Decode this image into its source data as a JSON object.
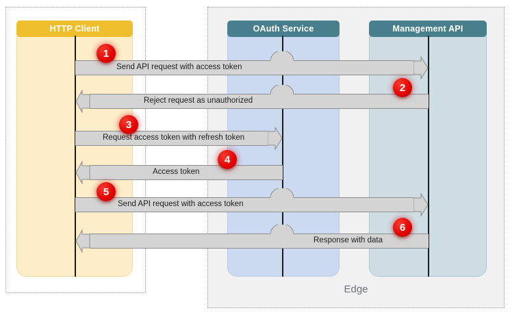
{
  "diagram": {
    "type": "sequence-diagram",
    "regions": [
      {
        "id": "client-region",
        "label": ""
      },
      {
        "id": "edge-region",
        "label": "Edge"
      }
    ],
    "lifelines": [
      {
        "id": "http-client",
        "label": "HTTP Client",
        "header_color": "#eebe2d",
        "body_color": "#fdeec9"
      },
      {
        "id": "oauth-service",
        "label": "OAuth Service",
        "header_color": "#47808c",
        "body_color": "#cbd9f1"
      },
      {
        "id": "management-api",
        "label": "Management API",
        "header_color": "#47808c",
        "body_color": "#cfdee4"
      }
    ],
    "messages": [
      {
        "step": "1",
        "label": "Send API request with access token",
        "from": "http-client",
        "to": "management-api",
        "direction": "right"
      },
      {
        "step": "2",
        "label": "Reject request as unauthorized",
        "from": "management-api",
        "to": "http-client",
        "direction": "left"
      },
      {
        "step": "3",
        "label": "Request access token with refresh token",
        "from": "http-client",
        "to": "oauth-service",
        "direction": "right"
      },
      {
        "step": "4",
        "label": "Access token",
        "from": "oauth-service",
        "to": "http-client",
        "direction": "left"
      },
      {
        "step": "5",
        "label": "Send API request with access token",
        "from": "http-client",
        "to": "management-api",
        "direction": "right"
      },
      {
        "step": "6",
        "label": "Response with data",
        "from": "management-api",
        "to": "http-client",
        "direction": "left"
      }
    ],
    "badges": [
      "1",
      "2",
      "3",
      "4",
      "5",
      "6"
    ],
    "colors": {
      "badge": "#e00000",
      "arrow_fill": "#d4d4d4",
      "arrow_stroke": "#8d8d8d",
      "lifeline": "#1b1b1b",
      "edge_bg": "#f1f1f1",
      "edge_text": "#6f7276"
    }
  }
}
